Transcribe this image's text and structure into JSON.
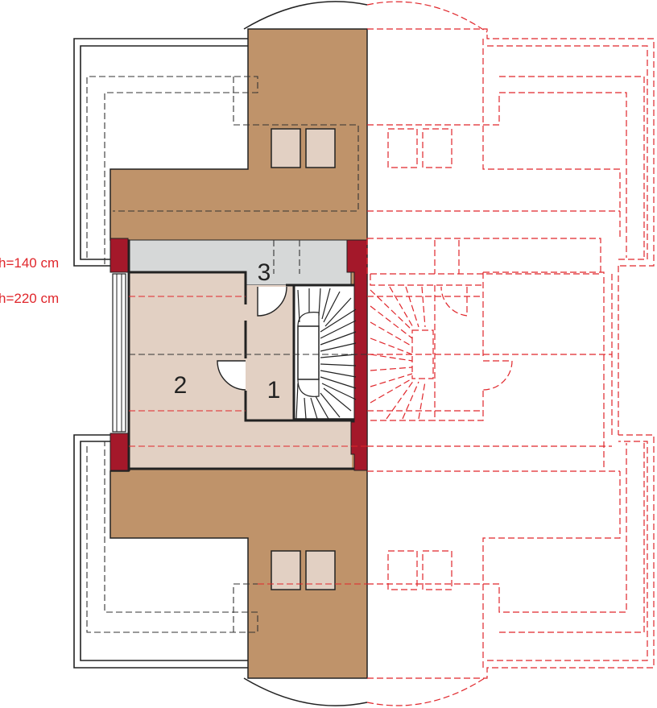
{
  "plan": {
    "height_labels": [
      "h=140 cm",
      "h=220 cm"
    ],
    "rooms": [
      {
        "number": "1"
      },
      {
        "number": "2"
      },
      {
        "number": "3"
      }
    ]
  },
  "colors": {
    "roof": "#BF936A",
    "floor": "#E2D0C3",
    "corridor": "#D6D8D8",
    "wall": "#A4182A",
    "mirror_dash": "#E0262B",
    "outline": "#222222",
    "hidden_line": "#333333"
  }
}
